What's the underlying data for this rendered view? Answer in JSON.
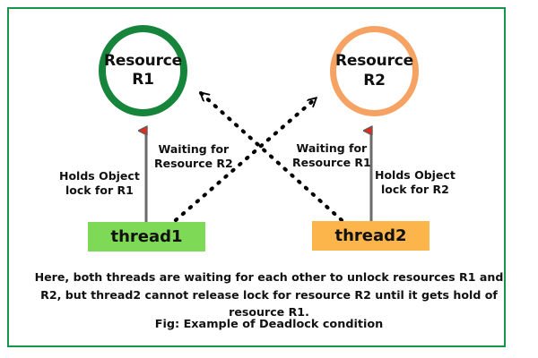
{
  "figure": {
    "border_color": "#16964a",
    "background": "#ffffff",
    "caption_body": "Here, both threads are waiting for each other to unlock resources R1 and R2, but thread2 cannot release lock for resource R2 until it gets hold of resource R1.",
    "caption_fig": "Fig: Example of Deadlock condition"
  },
  "nodes": {
    "resource_r1": {
      "line1": "Resource",
      "line2": "R1",
      "color": "#17843c",
      "shape": "circle"
    },
    "resource_r2": {
      "line1": "Resource",
      "line2": "R2",
      "color": "#f6a263",
      "shape": "circle"
    },
    "thread1": {
      "label": "thread1",
      "color": "#7ed957",
      "shape": "rectangle"
    },
    "thread2": {
      "label": "thread2",
      "color": "#fbb54a",
      "shape": "rectangle"
    }
  },
  "edges": {
    "holds_r1": {
      "line1": "Holds Object",
      "line2": "lock for R1",
      "from": "thread1",
      "to": "resource_r1",
      "style": "solid",
      "shaft_color": "#6b6b6b",
      "arrowhead_color": "#e8291c"
    },
    "holds_r2": {
      "line1": "Holds Object",
      "line2": "lock for R2",
      "from": "thread2",
      "to": "resource_r2",
      "style": "solid",
      "shaft_color": "#6b6b6b",
      "arrowhead_color": "#e8291c"
    },
    "waiting_r2": {
      "line1": "Waiting for",
      "line2": "Resource R2",
      "from": "thread1",
      "to": "resource_r2",
      "style": "dashed",
      "color": "#000000"
    },
    "waiting_r1": {
      "line1": "Waiting for",
      "line2": "Resource R1",
      "from": "thread2",
      "to": "resource_r1",
      "style": "dashed",
      "color": "#000000"
    }
  }
}
